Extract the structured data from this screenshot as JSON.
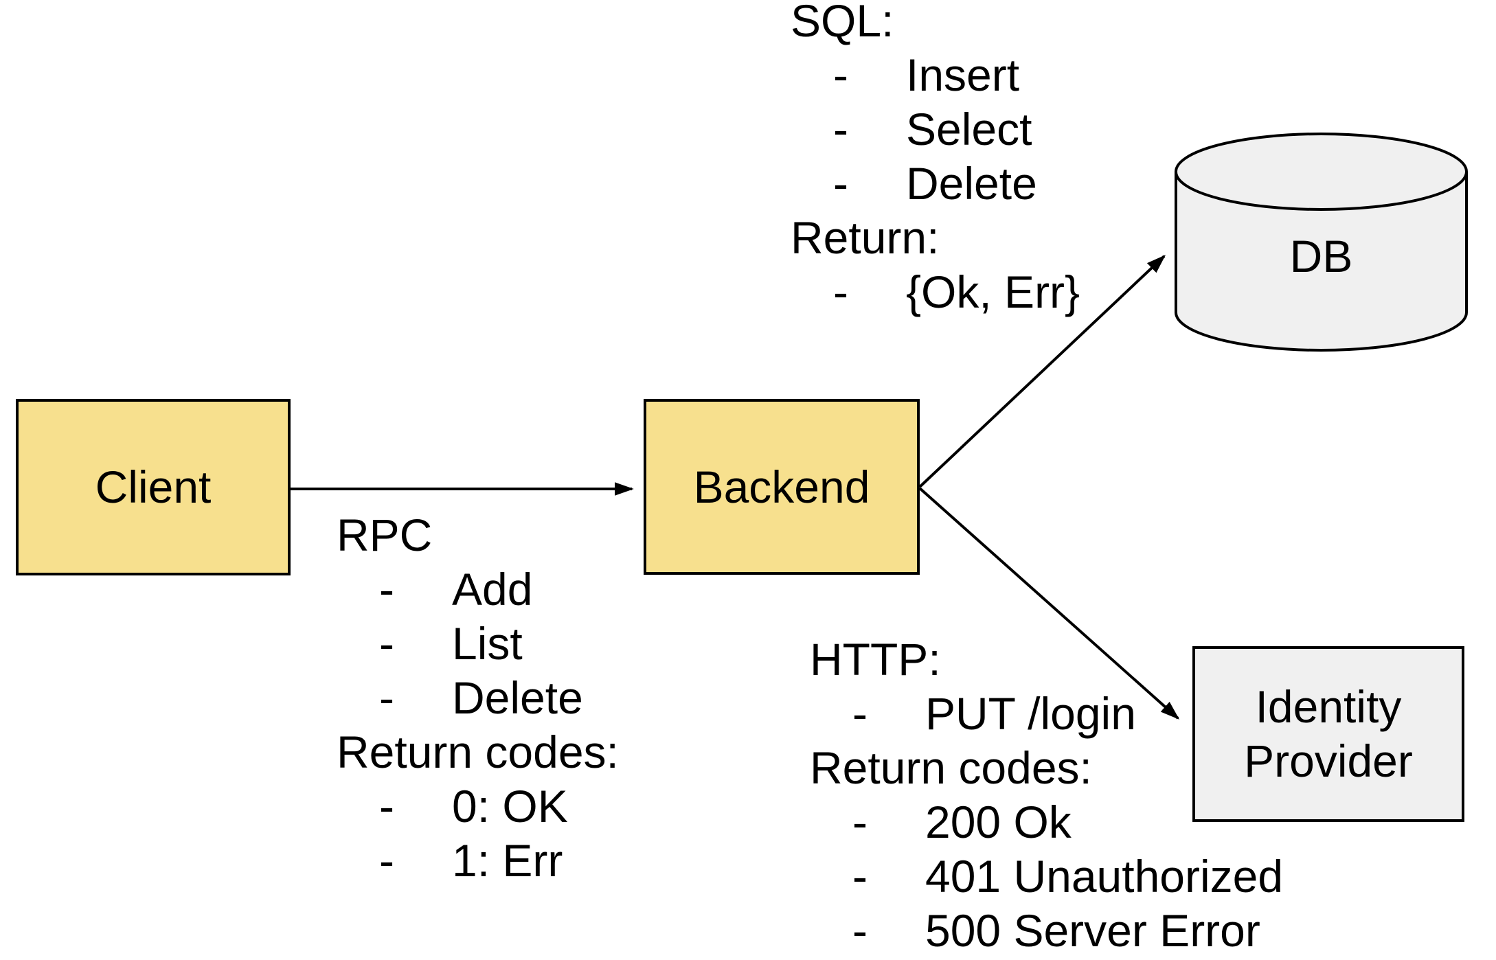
{
  "bullet": "-",
  "nodes": {
    "client": {
      "label": "Client"
    },
    "backend": {
      "label": "Backend"
    },
    "db": {
      "label": "DB"
    },
    "identity_provider": {
      "lines": [
        "Identity",
        "Provider"
      ]
    }
  },
  "annotations": {
    "rpc": {
      "heading": "RPC",
      "items": [
        "Add",
        "List",
        "Delete"
      ],
      "subheading": "Return codes:",
      "subitems": [
        "0: OK",
        "1: Err"
      ]
    },
    "sql": {
      "heading": "SQL:",
      "items": [
        "Insert",
        "Select",
        "Delete"
      ],
      "subheading": "Return:",
      "subitems": [
        "{Ok, Err}"
      ]
    },
    "http": {
      "heading": "HTTP:",
      "items": [
        "PUT /login"
      ],
      "subheading": "Return codes:",
      "subitems": [
        "200 Ok",
        "401 Unauthorized",
        "500 Server Error"
      ]
    }
  },
  "colors": {
    "node_yellow": "#f7e08e",
    "node_gray": "#f0f0f0",
    "stroke": "#000000",
    "background": "#ffffff"
  }
}
